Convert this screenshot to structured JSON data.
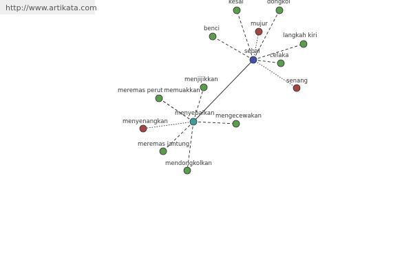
{
  "header": {
    "url": "http://www.artikata.com"
  },
  "colors": {
    "positive": "#5b9c4f",
    "negative": "#a14545",
    "hub_primary": "#3e52a8",
    "hub_secondary": "#3c9c9c",
    "edge": "#222222"
  },
  "graph": {
    "nodes": [
      {
        "id": "sebal",
        "label": "sebal",
        "kind": "hub_primary"
      },
      {
        "id": "menyebalkan",
        "label": "menyebalkan",
        "kind": "hub_secondary"
      },
      {
        "id": "kesal",
        "label": "kesal",
        "kind": "positive"
      },
      {
        "id": "dongkol",
        "label": "dongkol",
        "kind": "positive"
      },
      {
        "id": "mujur",
        "label": "mujur",
        "kind": "negative"
      },
      {
        "id": "benci",
        "label": "benci",
        "kind": "positive"
      },
      {
        "id": "langkah-kiri",
        "label": "langkah kiri",
        "kind": "positive"
      },
      {
        "id": "celaka",
        "label": "celaka",
        "kind": "positive"
      },
      {
        "id": "senang",
        "label": "senang",
        "kind": "negative"
      },
      {
        "id": "menjijikkan",
        "label": "menjijikkan",
        "kind": "positive"
      },
      {
        "id": "memuakkan",
        "label": "memuakkan",
        "kind": "positive"
      },
      {
        "id": "meremas-perut",
        "label": "meremas perut",
        "kind": "positive"
      },
      {
        "id": "mengecewakan",
        "label": "mengecewakan",
        "kind": "positive"
      },
      {
        "id": "menyenangkan",
        "label": "menyenangkan",
        "kind": "negative"
      },
      {
        "id": "meremas-jantung",
        "label": "meremas jantung",
        "kind": "positive"
      },
      {
        "id": "mendongkolkan",
        "label": "mendongkolkan",
        "kind": "positive"
      }
    ],
    "edges": [
      {
        "from": "sebal",
        "to": "menyebalkan",
        "style": "solid"
      },
      {
        "from": "sebal",
        "to": "kesal",
        "style": "dashed"
      },
      {
        "from": "sebal",
        "to": "dongkol",
        "style": "dashed"
      },
      {
        "from": "sebal",
        "to": "mujur",
        "style": "dotted"
      },
      {
        "from": "sebal",
        "to": "benci",
        "style": "dashed"
      },
      {
        "from": "sebal",
        "to": "langkah-kiri",
        "style": "dashed"
      },
      {
        "from": "sebal",
        "to": "celaka",
        "style": "dashed"
      },
      {
        "from": "sebal",
        "to": "senang",
        "style": "dotted"
      },
      {
        "from": "menyebalkan",
        "to": "menjijikkan",
        "style": "dashed"
      },
      {
        "from": "menyebalkan",
        "to": "memuakkan",
        "style": "dashed"
      },
      {
        "from": "menyebalkan",
        "to": "meremas-perut",
        "style": "dashed"
      },
      {
        "from": "menyebalkan",
        "to": "mengecewakan",
        "style": "dashed"
      },
      {
        "from": "menyebalkan",
        "to": "menyenangkan",
        "style": "dotted"
      },
      {
        "from": "menyebalkan",
        "to": "meremas-jantung",
        "style": "dashed"
      },
      {
        "from": "menyebalkan",
        "to": "mendongkolkan",
        "style": "dashed"
      }
    ]
  }
}
